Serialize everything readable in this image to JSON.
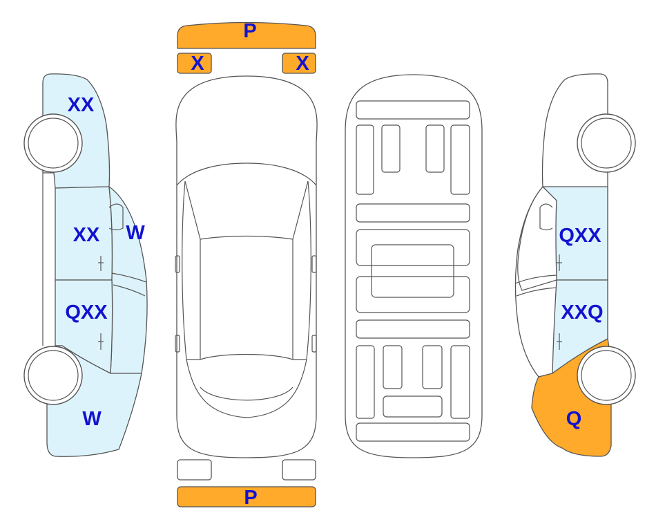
{
  "colors": {
    "damage_fill": "#FFAA2B",
    "scratch_fill": "#DDF3FB",
    "label": "#1212D0",
    "outline": "#555555"
  },
  "labels": {
    "front_bumper": "P",
    "headlight_left": "X",
    "headlight_right": "X",
    "rear_bumper": "P",
    "left_rear_quarter": "XX",
    "left_rear_door": "XX",
    "left_rear_pillar": "W",
    "left_front_door": "QXX",
    "left_front_fender": "W",
    "right_front_door": "QXX",
    "right_rear_door": "XXQ",
    "right_rear_quarter": "Q"
  }
}
